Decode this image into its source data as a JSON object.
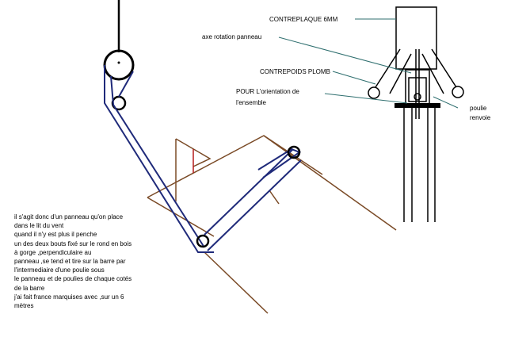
{
  "labels": {
    "contreplaque": "CONTREPLAQUE 6MM",
    "axe_rotation": "axe rotation panneau",
    "contrepoids": "CONTREPOIDS PLOMB",
    "orientation_1": "POUR L'orientation de",
    "orientation_2": "l'ensemble",
    "poulie_1": "poulie",
    "poulie_2": "renvoie"
  },
  "description": [
    "il s'agit donc d'un panneau qu'on place",
    "dans le lit du vent",
    "quand il n'y est plus il penche",
    "un des deux bouts fixé sur le rond en bois",
    "à gorge ,perpendiculaire au",
    "panneau ,se tend et tire sur la barre par",
    "l'intermediaire d'une poulie sous",
    "le panneau et de poulies de chaque cotés",
    "de la barre",
    "j'ai fait france marquises avec ,sur un 6",
    "mètres"
  ],
  "colors": {
    "ink": "#000000",
    "cable": "#1f2a7a",
    "wood": "#7a4a26",
    "leader": "#2f6f6f",
    "red": "#b51b1b"
  }
}
